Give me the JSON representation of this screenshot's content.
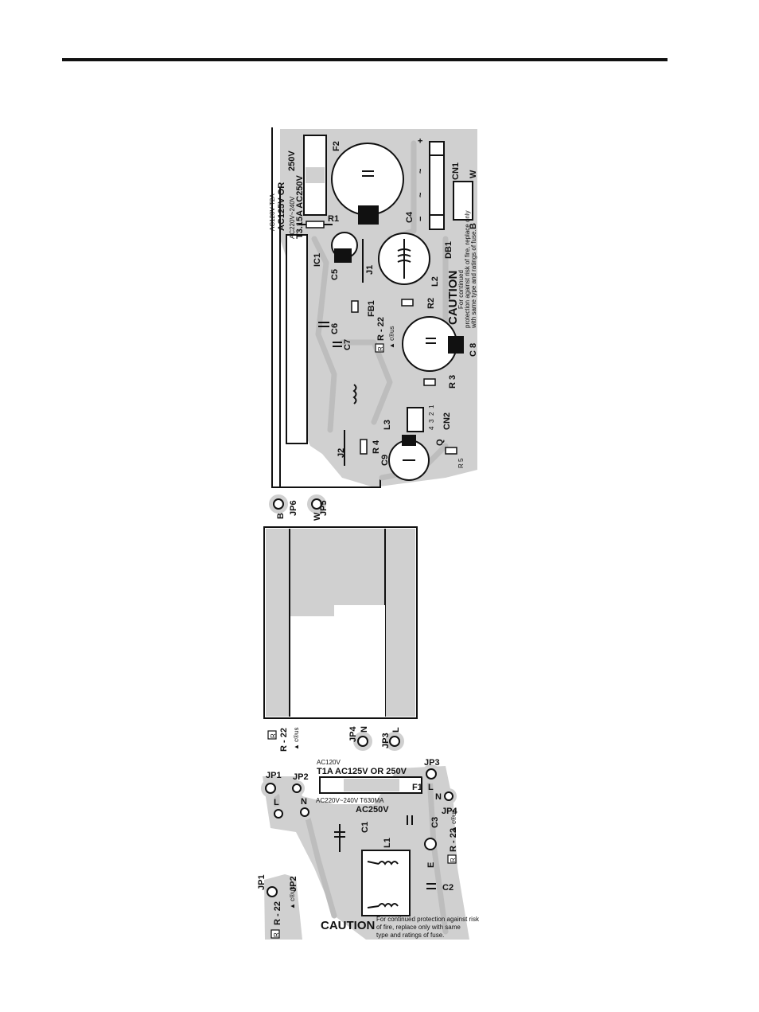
{
  "colors": {
    "ink": "#111111",
    "silkscreen": "#d0d0d0",
    "paper": "#ffffff"
  },
  "power_board": {
    "fuse_rating_120": "AC120V T2A",
    "fuse_rating_125": "AC125V OR",
    "fuse_rating_250": "250V",
    "fuse_rating_220": "AC220V~240V",
    "fuse_rating_t315": "T3.15A AC250V",
    "fuse_ref": "F2",
    "r1": "R1",
    "ic1": "IC1",
    "c5": "C5",
    "j1": "J1",
    "c6": "C6",
    "fb1": "FB1",
    "c7": "C7",
    "r22_mark": "R",
    "r22": "R - 22",
    "ul_mark": "▲ c®us",
    "c4": "C4",
    "db1": "DB1",
    "l2": "L2",
    "r2": "R2",
    "cn1": "CN1",
    "cn1_w": "W",
    "cn1_b": "B",
    "plus": "+",
    "minus": "−",
    "tilde1": "~",
    "tilde2": "~",
    "caution": "CAUTION",
    "caution_line1": "For continued",
    "caution_line2": "protection against risk of fire, replace only",
    "caution_line3": "with same type and ratings of fuse.",
    "c8": "C 8",
    "r3": "R 3",
    "l3": "L3",
    "j2": "J2",
    "r4": "R 4",
    "c9": "C9",
    "cn2": "CN2",
    "cn2_pins": [
      "1",
      "2",
      "3",
      "4"
    ],
    "q": "Q",
    "rs": "R 5",
    "b_pin": "B",
    "jp6": "JP6",
    "w_pin": "W",
    "jp5": "JP5"
  },
  "transformer_board": {
    "r22_mark": "R",
    "r22": "R - 22",
    "ul_mark": "▲ c®us",
    "jp4": "JP4",
    "n": "N",
    "jp3": "JP3",
    "l": "L"
  },
  "line_filter_board": {
    "jp1": "JP1",
    "l": "L",
    "jp2": "JP2",
    "n": "N",
    "ac120": "AC120V",
    "t1a": "T1A AC125V OR 250V",
    "f1": "F1",
    "ac220": "AC220V~240V T630MA",
    "ac250": "AC250V",
    "c1": "C1",
    "c3": "C3",
    "l1": "L1",
    "e": "E",
    "c2": "C2",
    "jp3": "JP3",
    "jp3_l": "L",
    "jp4": "JP4",
    "jp4_n": "N",
    "r22_mark": "R",
    "r22": "R - 22",
    "ul_mark": "▲ c®us",
    "caution": "CAUTION",
    "caution_line1": "For continued protection against risk",
    "caution_line2": "of fire, replace only with same",
    "caution_line3": "type and ratings of fuse."
  },
  "small_board": {
    "jp1": "JP1",
    "jp2": "JP2",
    "r22_mark": "R",
    "r22": "R - 22",
    "ul_mark": "▲ c®us"
  }
}
